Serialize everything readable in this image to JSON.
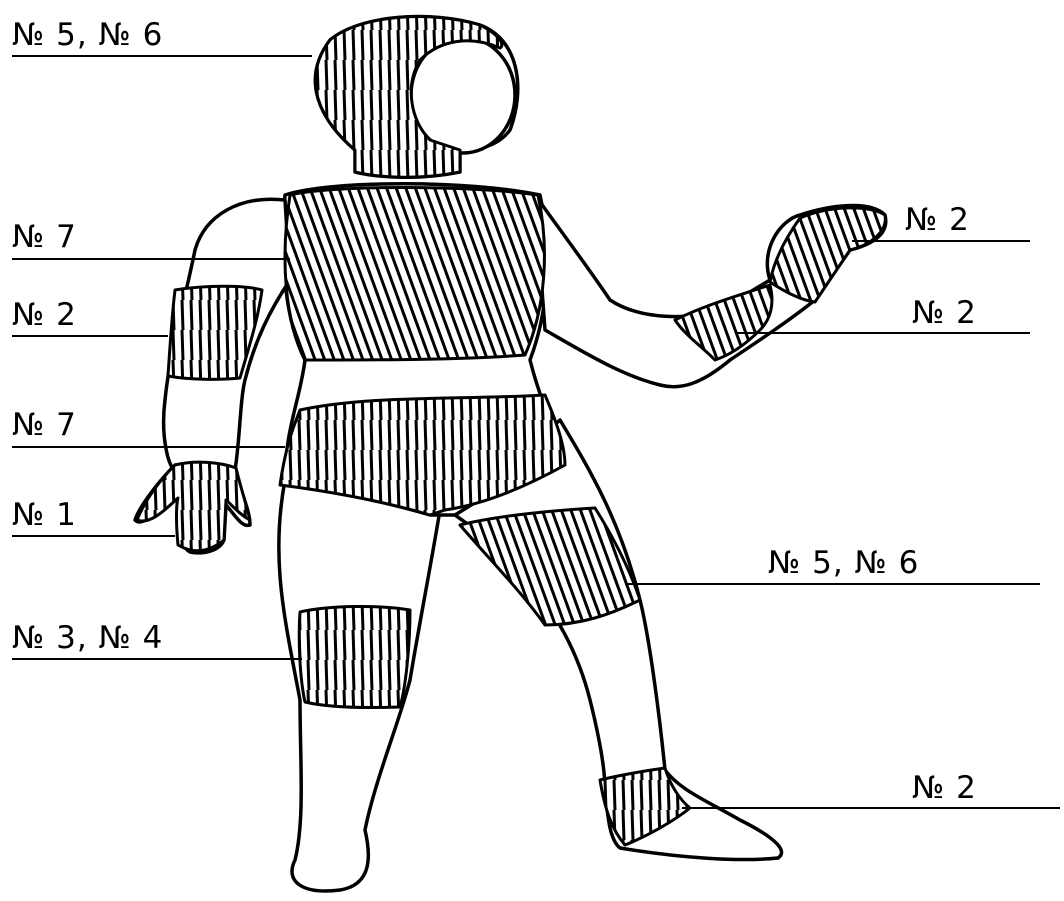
{
  "labels": {
    "left": [
      "№ 5, № 6",
      "№ 7",
      "№ 2",
      "№ 7",
      "№ 1",
      "№ 3, № 4"
    ],
    "right": [
      "№ 2",
      "№ 2",
      "№ 5, № 6",
      "№ 2"
    ]
  },
  "colors": {
    "ink": "#000000",
    "background": "#ffffff"
  }
}
